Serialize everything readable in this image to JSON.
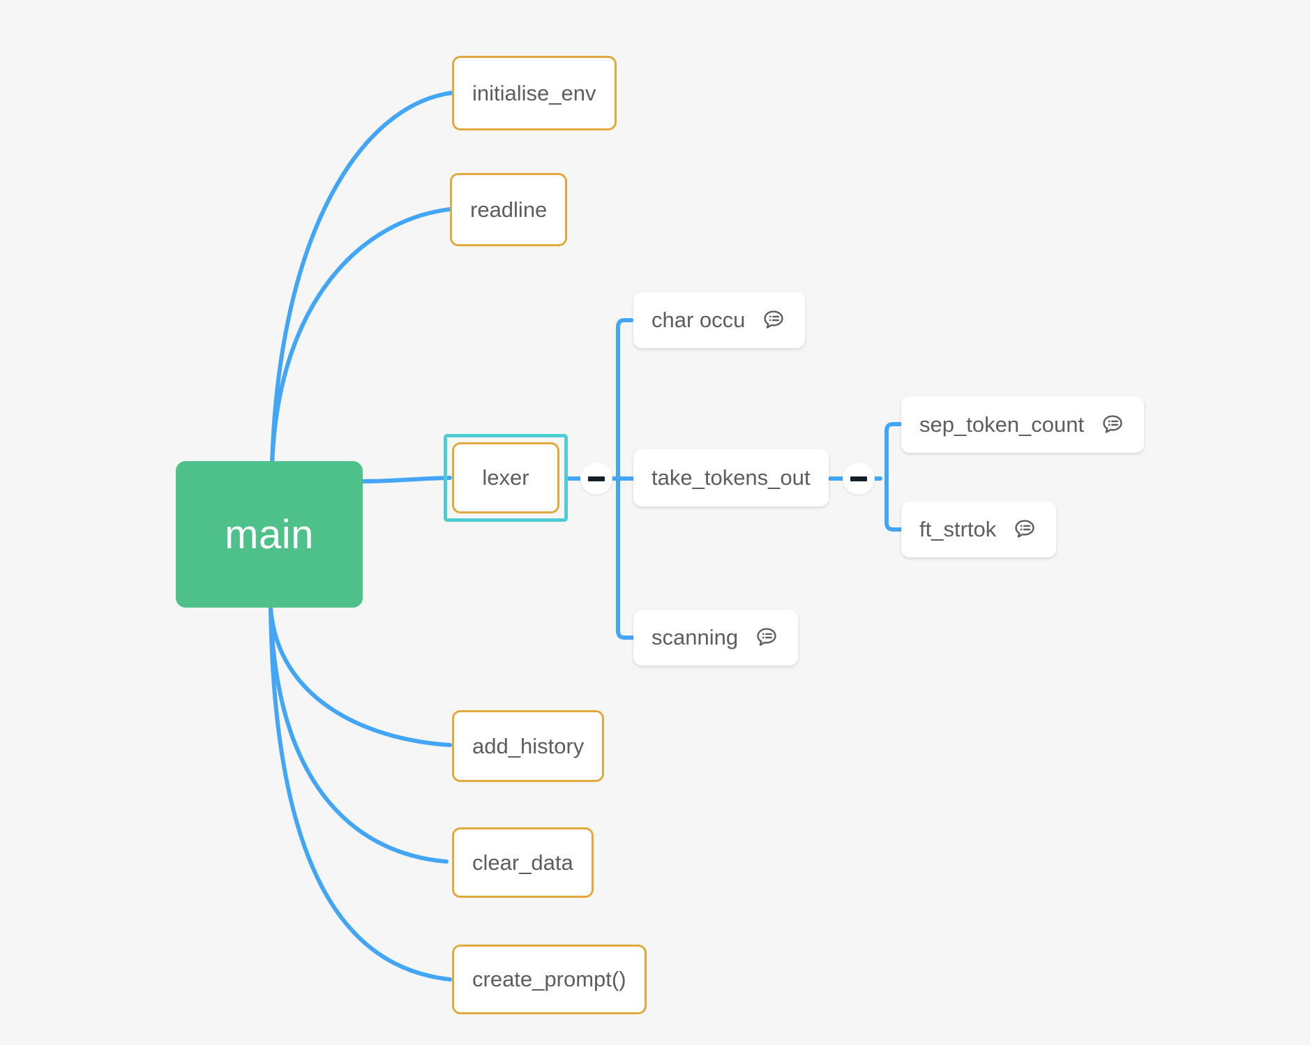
{
  "theme": {
    "background": "#f6f6f6",
    "root_fill": "#4ec18a",
    "root_text": "#ffffff",
    "node_border": "#e0a93b",
    "node_text": "#5d5d5d",
    "connector": "#42a5f5",
    "selection": "#4ecdd4",
    "card_bg": "#ffffff",
    "toggle_bar": "#16202b"
  },
  "mindmap": {
    "root": {
      "label": "main"
    },
    "branches": [
      {
        "label": "initialise_env",
        "style": "outline",
        "note": false
      },
      {
        "label": "readline",
        "style": "outline",
        "note": false
      },
      {
        "label": "lexer",
        "style": "outline",
        "note": false,
        "selected": true
      },
      {
        "label": "add_history",
        "style": "outline",
        "note": false
      },
      {
        "label": "clear_data",
        "style": "outline",
        "note": false
      },
      {
        "label": "create_prompt()",
        "style": "outline",
        "note": false
      }
    ],
    "lexer_children": [
      {
        "label": "char occu",
        "style": "card",
        "note": true
      },
      {
        "label": "take_tokens_out",
        "style": "card",
        "note": false
      },
      {
        "label": "scanning",
        "style": "card",
        "note": true
      }
    ],
    "take_tokens_out_children": [
      {
        "label": "sep_token_count",
        "style": "card",
        "note": true
      },
      {
        "label": "ft_strtok",
        "style": "card",
        "note": true
      }
    ],
    "toggles": [
      {
        "name": "collapse-lexer",
        "state": "expanded",
        "glyph": "minus"
      },
      {
        "name": "collapse-take-tokens-out",
        "state": "expanded",
        "glyph": "minus"
      }
    ],
    "icons": {
      "note": "note-comment-icon",
      "collapse": "minus-icon"
    }
  }
}
